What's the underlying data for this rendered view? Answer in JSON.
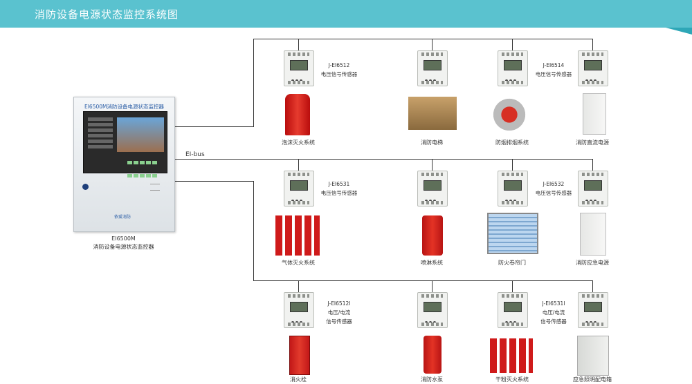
{
  "header": {
    "title": "消防设备电源状态监控系统图"
  },
  "bus_label": "EI-bus",
  "controller": {
    "panel_title": "EI6500M消防设备电源状态监控器",
    "brand": "依爱消防",
    "model": "EI6500M",
    "name": "消防设备电源状态监控器"
  },
  "rows": [
    {
      "sensor_notes": [
        {
          "model": "J-EI6512",
          "desc": "电压信号传感器"
        },
        {
          "model": "J-EI6514",
          "desc": "电压信号传感器"
        }
      ],
      "devices": [
        "泡沫灭火系统",
        "消防电梯",
        "防烟排烟系统",
        "消防直流电源"
      ]
    },
    {
      "sensor_notes": [
        {
          "model": "J-EI6531",
          "desc": "电压信号传感器"
        },
        {
          "model": "J-EI6532",
          "desc": "电压信号传感器"
        }
      ],
      "devices": [
        "气体灭火系统",
        "喷淋系统",
        "防火卷帘门",
        "消防应急电源"
      ]
    },
    {
      "sensor_notes": [
        {
          "model": "J-EI6512I",
          "desc": "电压/电流",
          "desc2": "信号传感器"
        },
        {
          "model": "J-EI6531I",
          "desc": "电压/电流",
          "desc2": "信号传感器"
        }
      ],
      "devices": [
        "消火栓",
        "消防水泵",
        "干粉灭火系统",
        "应急照明配电箱"
      ]
    }
  ]
}
